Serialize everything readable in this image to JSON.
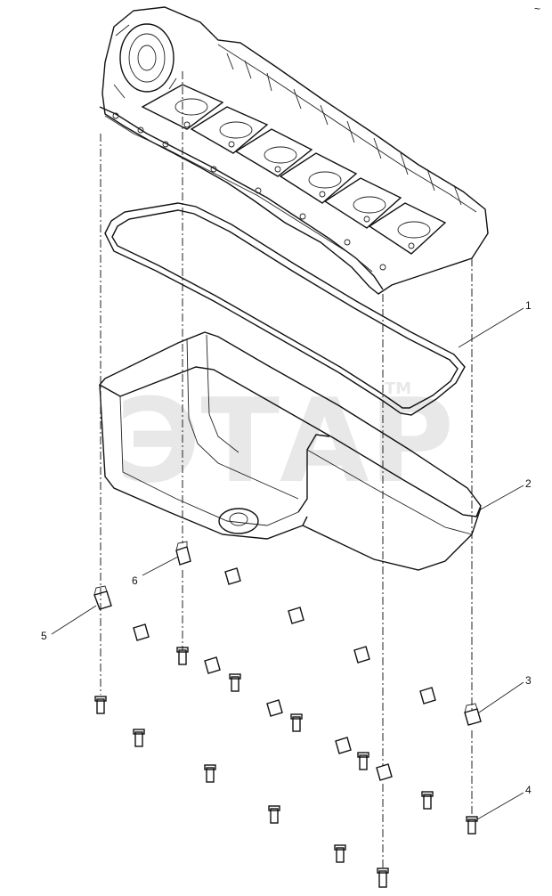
{
  "callouts": [
    {
      "label": "1"
    },
    {
      "label": "2"
    },
    {
      "label": "3"
    },
    {
      "label": "4"
    },
    {
      "label": "5"
    },
    {
      "label": "6"
    }
  ],
  "watermark": {
    "text": "ЭТАР",
    "tm": "TM"
  },
  "corner_mark": "~"
}
